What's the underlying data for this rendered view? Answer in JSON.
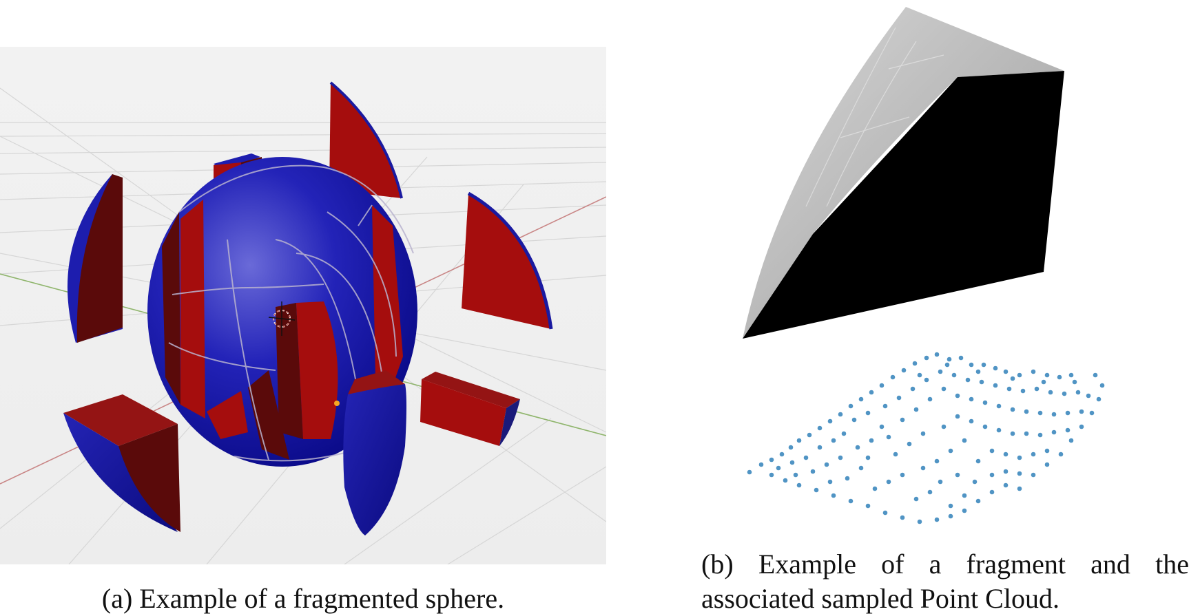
{
  "figure": {
    "subfigures": [
      {
        "id": "a",
        "label": "(a)",
        "caption": "(a) Example of a fragmented sphere.",
        "content": "3D viewport render of a sphere broken into fragments (blue outer surface, red fracture faces) on a grid floor with red and green axis lines",
        "colors": {
          "background": "#efefef",
          "outer_surface": "#1a1aa8",
          "fracture_face": "#a50d0d",
          "fracture_face_shadow": "#5a0a0a",
          "grid": "#d4d4d4",
          "x_axis": "#c77a7a",
          "y_axis": "#8db36a",
          "origin_marker": "#f5a623"
        }
      },
      {
        "id": "b",
        "label": "(b)",
        "caption_line1": "(b) Example of a fragment and the",
        "caption_line2": "associated sampled Point Cloud.",
        "content": "Grey shaded mesh fragment with a black planar face, and below it a blue point cloud sampled from the fragment",
        "colors": {
          "mesh_light": "#c8c8c8",
          "mesh_dark": "#9a9a9a",
          "planar_face": "#000000",
          "points": "#1f77b4"
        }
      }
    ]
  }
}
